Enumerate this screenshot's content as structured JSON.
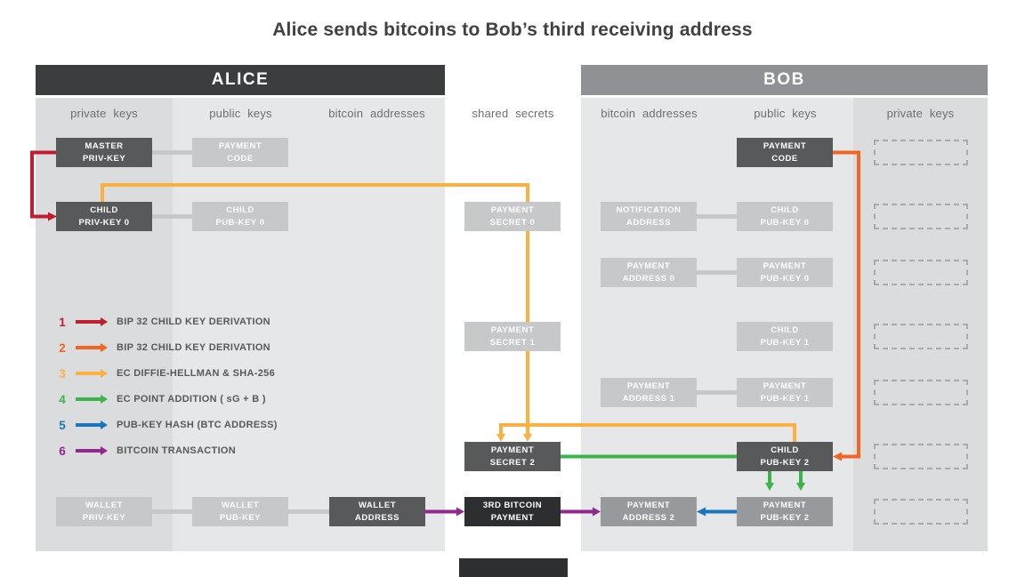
{
  "title": "Alice sends bitcoins to Bob’s third receiving address",
  "colors": {
    "step1": "#be1e2d",
    "step2": "#f26522",
    "step3": "#fbb040",
    "step4": "#3bb54a",
    "step5": "#1b75bc",
    "step6": "#92278f",
    "connector": "#c7c8ca"
  },
  "alice": {
    "header": "ALICE",
    "columns": [
      "private keys",
      "public keys",
      "bitcoin addresses"
    ],
    "boxes": {
      "master_priv_key": "MASTER\nPRIV-KEY",
      "payment_code": "PAYMENT\nCODE",
      "child_priv_key_0": "CHILD\nPRIV-KEY 0",
      "child_pub_key_0": "CHILD\nPUB-KEY 0",
      "wallet_priv_key": "WALLET\nPRIV-KEY",
      "wallet_pub_key": "WALLET\nPUB-KEY",
      "wallet_address": "WALLET\nADDRESS"
    }
  },
  "shared": {
    "column": "shared secrets",
    "boxes": {
      "payment_secret_0": "PAYMENT\nSECRET 0",
      "payment_secret_1": "PAYMENT\nSECRET 1",
      "payment_secret_2": "PAYMENT\nSECRET 2",
      "third_bitcoin_payment": "3RD BITCOIN\nPAYMENT"
    }
  },
  "bob": {
    "header": "BOB",
    "columns": [
      "bitcoin addresses",
      "public keys",
      "private keys"
    ],
    "boxes": {
      "notification_address": "NOTIFICATION\nADDRESS",
      "payment_address_0": "PAYMENT\nADDRESS 0",
      "payment_address_1": "PAYMENT\nADDRESS 1",
      "payment_address_2": "PAYMENT\nADDRESS 2",
      "payment_code": "PAYMENT\nCODE",
      "child_pub_key_0": "CHILD\nPUB-KEY 0",
      "payment_pub_key_0": "PAYMENT\nPUB-KEY 0",
      "child_pub_key_1": "CHILD\nPUB-KEY 1",
      "payment_pub_key_1": "PAYMENT\nPUB-KEY 1",
      "child_pub_key_2": "CHILD\nPUB-KEY 2",
      "payment_pub_key_2": "PAYMENT\nPUB-KEY 2"
    }
  },
  "legend": {
    "items": [
      {
        "num": "1",
        "color": "#be1e2d",
        "label": "BIP 32 CHILD KEY DERIVATION"
      },
      {
        "num": "2",
        "color": "#f26522",
        "label": "BIP 32 CHILD KEY DERIVATION"
      },
      {
        "num": "3",
        "color": "#fbb040",
        "label": "EC DIFFIE-HELLMAN & SHA-256"
      },
      {
        "num": "4",
        "color": "#3bb54a",
        "label": "EC POINT ADDITION ( sG + B )"
      },
      {
        "num": "5",
        "color": "#1b75bc",
        "label": "PUB-KEY HASH (BTC ADDRESS)"
      },
      {
        "num": "6",
        "color": "#92278f",
        "label": "BITCOIN TRANSACTION"
      }
    ]
  }
}
